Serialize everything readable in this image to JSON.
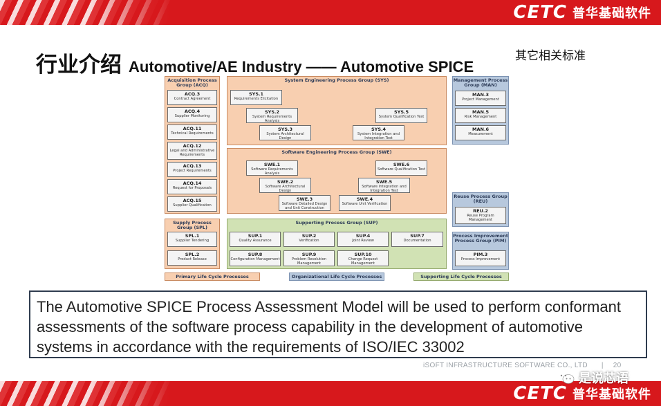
{
  "header": {
    "brand_logo": "CETC",
    "brand_name": "普华基础软件"
  },
  "title": {
    "cn": "行业介绍",
    "en": "Automotive/AE Industry —— Automotive SPICE"
  },
  "aside_note": "其它相关标准",
  "diagram": {
    "acq": {
      "title": "Acquisition Process Group (ACQ)",
      "items": [
        {
          "id": "ACQ.3",
          "name": "Contract Agreement"
        },
        {
          "id": "ACQ.4",
          "name": "Supplier Monitoring"
        },
        {
          "id": "ACQ.11",
          "name": "Technical Requirements"
        },
        {
          "id": "ACQ.12",
          "name": "Legal and Administrative Requirements"
        },
        {
          "id": "ACQ.13",
          "name": "Project Requirements"
        },
        {
          "id": "ACQ.14",
          "name": "Request for Proposals"
        },
        {
          "id": "ACQ.15",
          "name": "Supplier Qualification"
        }
      ]
    },
    "spl": {
      "title": "Supply Process Group (SPL)",
      "items": [
        {
          "id": "SPL.1",
          "name": "Supplier Tendering"
        },
        {
          "id": "SPL.2",
          "name": "Product Release"
        }
      ]
    },
    "sys": {
      "title": "System Engineering Process Group (SYS)",
      "items": [
        {
          "id": "SYS.1",
          "name": "Requirements Elicitation"
        },
        {
          "id": "SYS.2",
          "name": "System Requirements Analysis"
        },
        {
          "id": "SYS.3",
          "name": "System Architectural Design"
        },
        {
          "id": "SYS.4",
          "name": "System Integration and Integration Test"
        },
        {
          "id": "SYS.5",
          "name": "System Qualification Test"
        }
      ]
    },
    "swe": {
      "title": "Software Engineering Process Group (SWE)",
      "items": [
        {
          "id": "SWE.1",
          "name": "Software Requirements Analysis"
        },
        {
          "id": "SWE.2",
          "name": "Software Architectural Design"
        },
        {
          "id": "SWE.3",
          "name": "Software Detailed Design and Unit Construction"
        },
        {
          "id": "SWE.4",
          "name": "Software Unit Verification"
        },
        {
          "id": "SWE.5",
          "name": "Software Integration and Integration Test"
        },
        {
          "id": "SWE.6",
          "name": "Software Qualification Test"
        }
      ]
    },
    "sup": {
      "title": "Supporting Process Group (SUP)",
      "items": [
        {
          "id": "SUP.1",
          "name": "Quality Assurance"
        },
        {
          "id": "SUP.2",
          "name": "Verification"
        },
        {
          "id": "SUP.4",
          "name": "Joint Review"
        },
        {
          "id": "SUP.7",
          "name": "Documentation"
        },
        {
          "id": "SUP.8",
          "name": "Configuration Management"
        },
        {
          "id": "SUP.9",
          "name": "Problem Resolution Management"
        },
        {
          "id": "SUP.10",
          "name": "Change Request Management"
        }
      ]
    },
    "man": {
      "title": "Management Process Group (MAN)",
      "items": [
        {
          "id": "MAN.3",
          "name": "Project Management"
        },
        {
          "id": "MAN.5",
          "name": "Risk Management"
        },
        {
          "id": "MAN.6",
          "name": "Measurement"
        }
      ]
    },
    "reu": {
      "title": "Reuse Process Group (REU)",
      "items": [
        {
          "id": "REU.2",
          "name": "Reuse Program Management"
        }
      ]
    },
    "pim": {
      "title": "Process Improvement Process Group (PIM)",
      "items": [
        {
          "id": "PIM.3",
          "name": "Process Improvement"
        }
      ]
    },
    "legend": {
      "primary": "Primary Life Cycle Processes",
      "organizational": "Organizational Life Cycle Processes",
      "supporting": "Supporting Life Cycle Processes"
    },
    "colors": {
      "primary": "#f8cfb0",
      "organizational": "#b7c8dd",
      "supporting": "#d1e2b4"
    }
  },
  "description": "The Automotive SPICE Process Assessment Model will be used to perform conformant assessments of the software process capability in the development of automotive systems in accordance with the requirements of ISO/IEC 33002",
  "footer": {
    "company": "iSOFT INFRASTRUCTURE SOFTWARE CO., LTD",
    "separator": "|",
    "page": "20"
  },
  "watermark": {
    "text": "是说芯语",
    "icon": "wechat-icon"
  }
}
